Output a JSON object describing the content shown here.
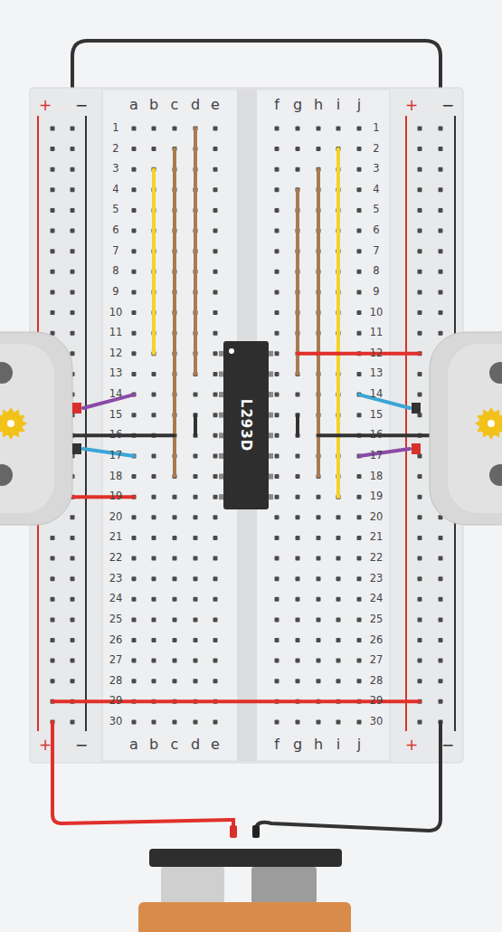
{
  "diagram": {
    "nodes": [
      {
        "text": [
          "L293D"
        ]
      }
    ],
    "labels": [
      "+",
      "−",
      "a",
      "b",
      "c",
      "d",
      "e",
      "f",
      "g",
      "h",
      "i",
      "j",
      "+",
      "−",
      "1",
      "1",
      "2",
      "2",
      "3",
      "3",
      "4",
      "4",
      "5",
      "5",
      "6",
      "6",
      "7",
      "7",
      "8",
      "8",
      "9",
      "9",
      "10",
      "10",
      "11",
      "11",
      "12",
      "12",
      "13",
      "13",
      "14",
      "14",
      "15",
      "15",
      "16",
      "16",
      "17",
      "17",
      "18",
      "18",
      "19",
      "19",
      "20",
      "20",
      "21",
      "21",
      "22",
      "22",
      "23",
      "23",
      "24",
      "24",
      "25",
      "25",
      "26",
      "26",
      "27",
      "27",
      "28",
      "28",
      "29",
      "29",
      "30",
      "30",
      "+",
      "−",
      "a",
      "b",
      "c",
      "d",
      "e",
      "f",
      "g",
      "h",
      "i",
      "j",
      "+",
      "−"
    ]
  }
}
